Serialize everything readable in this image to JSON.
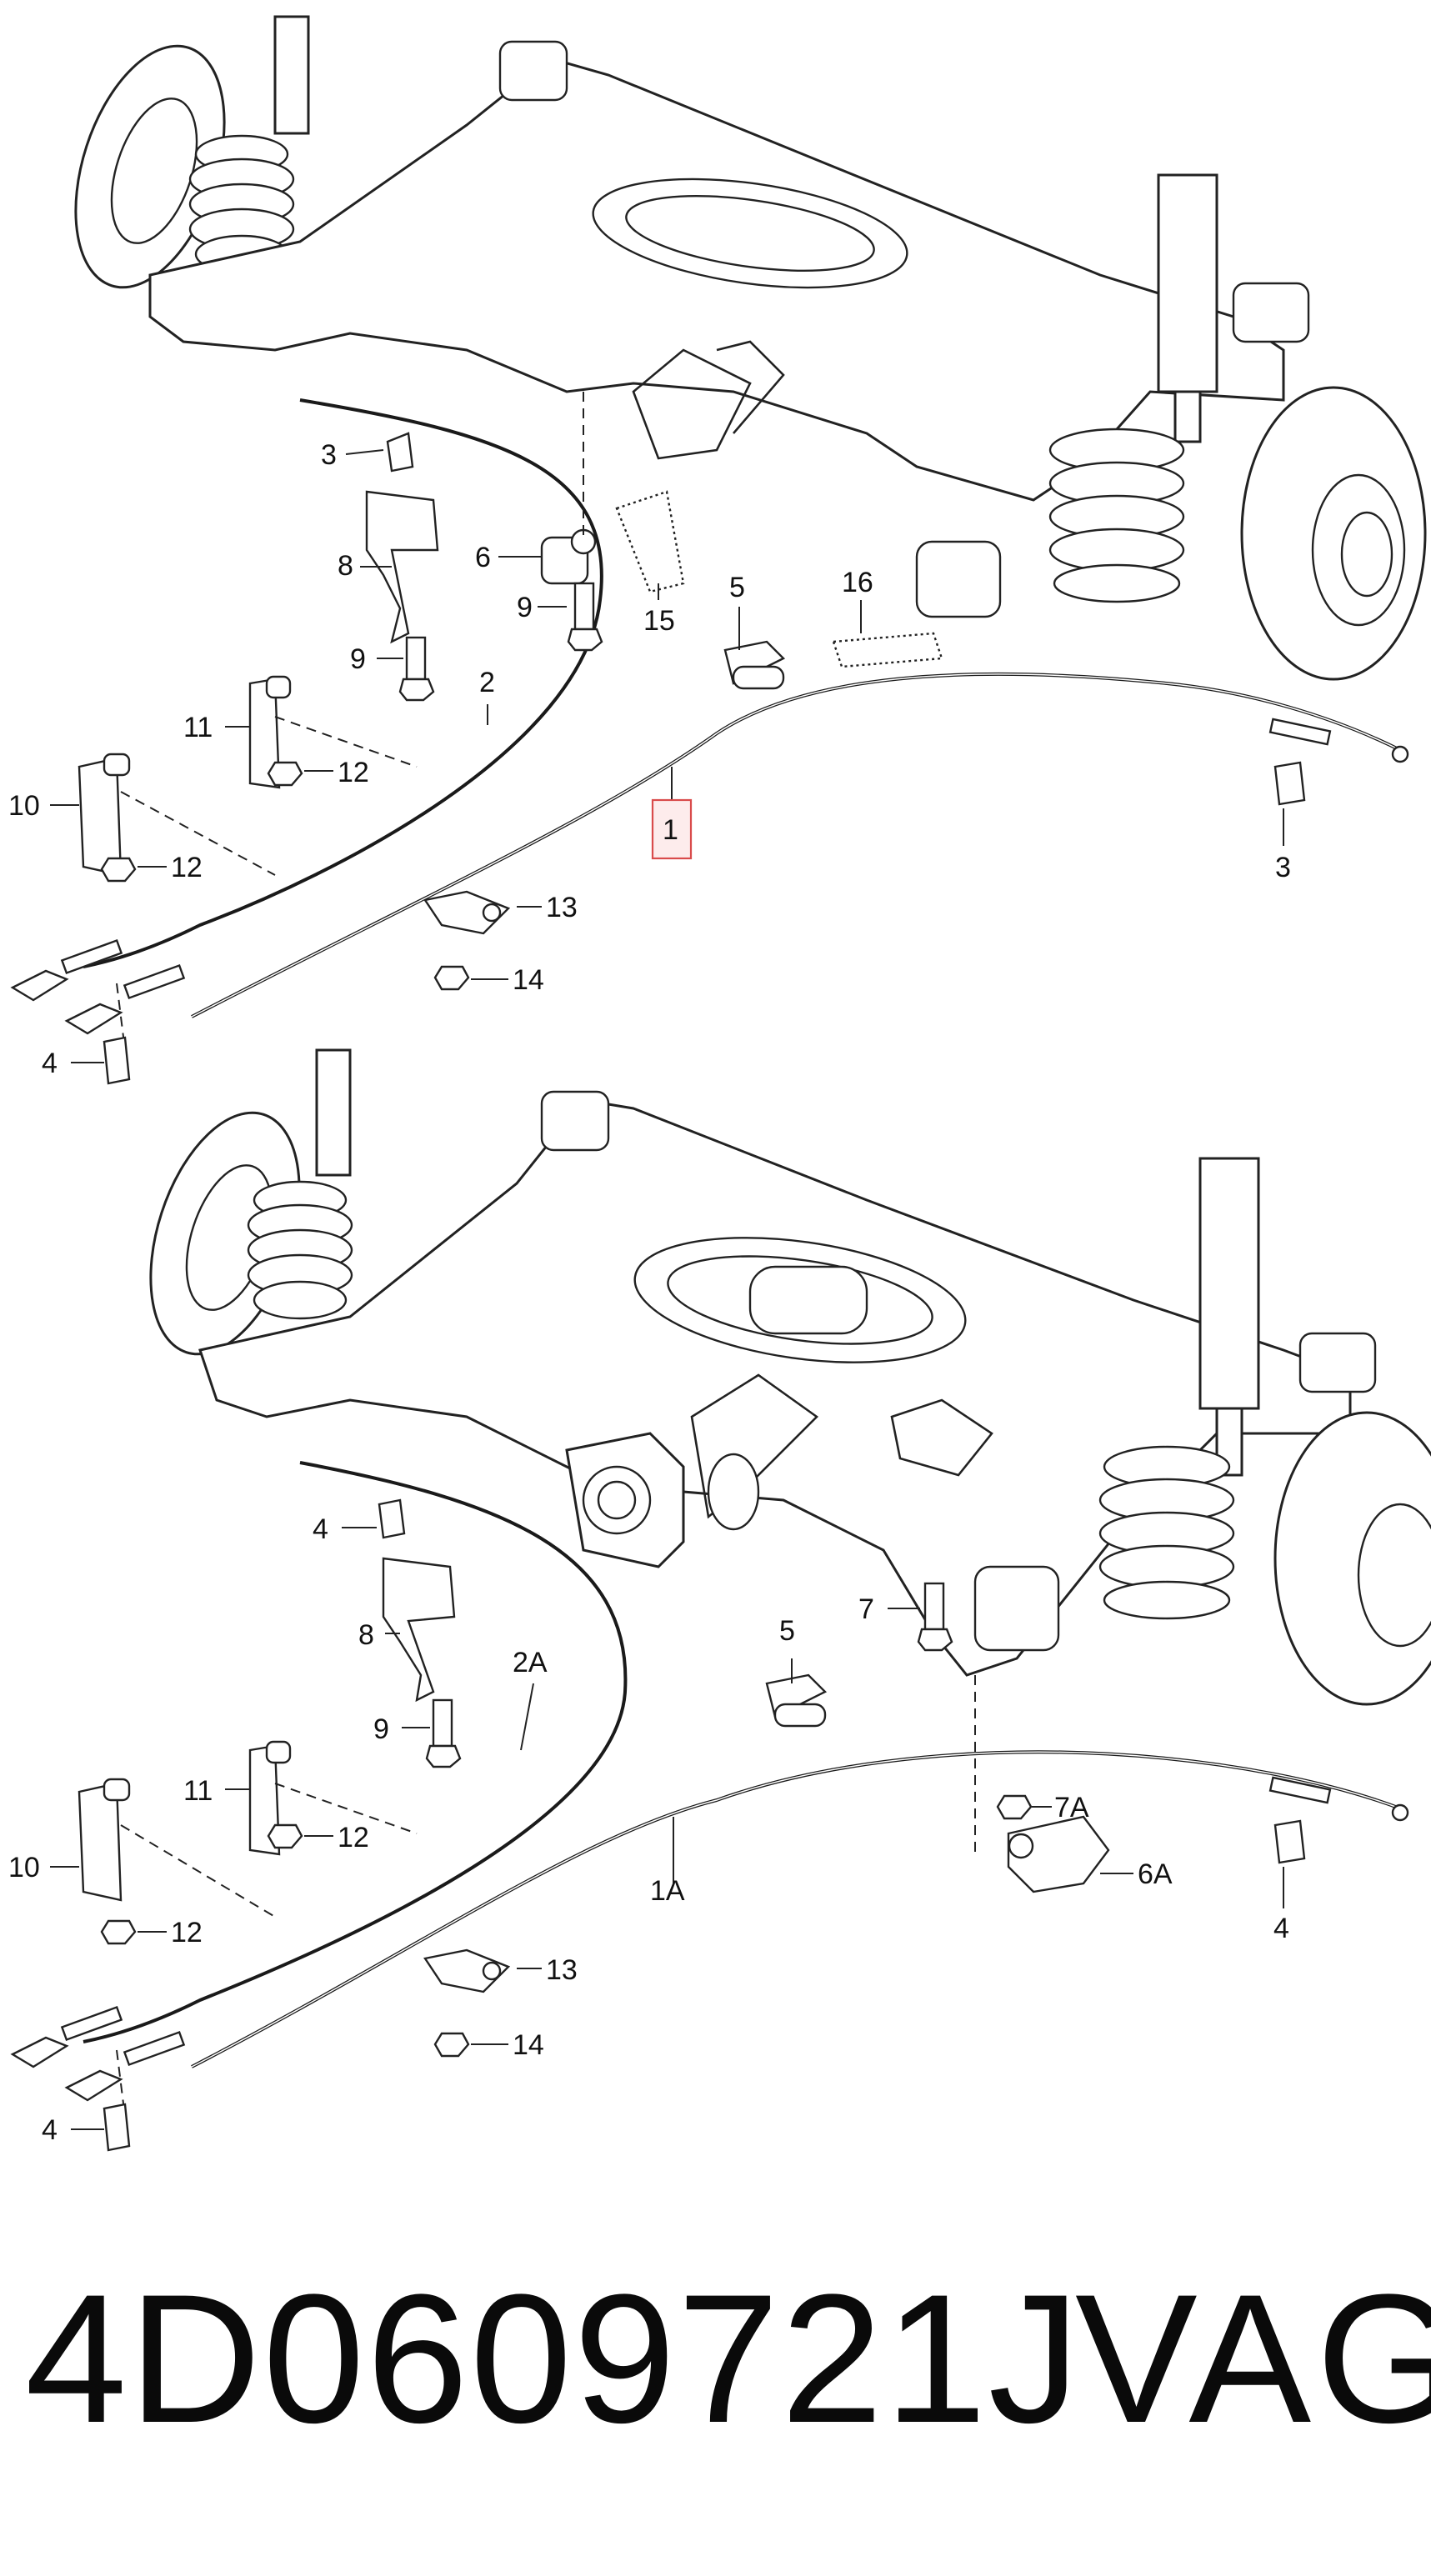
{
  "callouts": {
    "upper": [
      "3",
      "8",
      "6",
      "9",
      "9",
      "15",
      "5",
      "16",
      "2",
      "1",
      "11",
      "12",
      "10",
      "12",
      "13",
      "14",
      "3",
      "4"
    ],
    "lower": [
      "4",
      "8",
      "9",
      "2A",
      "5",
      "7",
      "1A",
      "7A",
      "6A",
      "11",
      "12",
      "10",
      "12",
      "13",
      "14",
      "4",
      "4"
    ]
  },
  "highlight": {
    "label": "1",
    "color": "#d94b4b"
  },
  "caption": {
    "part_number": "4D0609721J",
    "brand": "VAG"
  }
}
